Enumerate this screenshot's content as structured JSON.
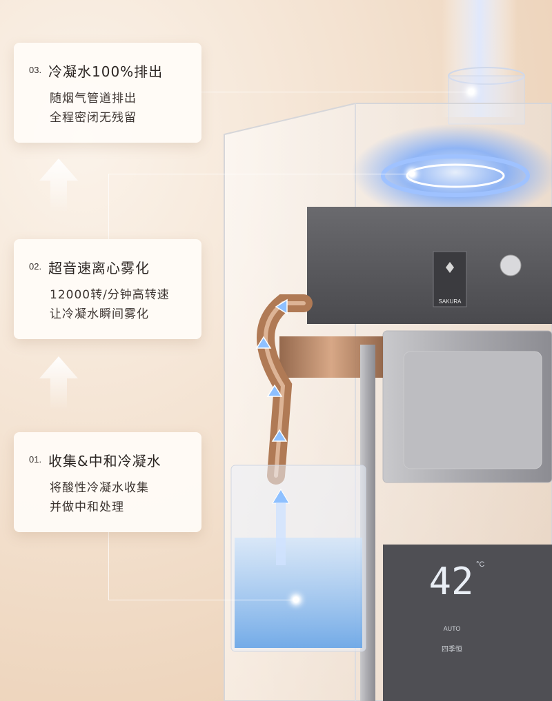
{
  "steps": [
    {
      "num": "03.",
      "title": "冷凝水100%排出",
      "line1": "随烟气管道排出",
      "line2": "全程密闭无残留"
    },
    {
      "num": "02.",
      "title": "超音速离心雾化",
      "line1": "12000转/分钟高转速",
      "line2": "让冷凝水瞬间雾化"
    },
    {
      "num": "01.",
      "title": "收集&中和冷凝水",
      "line1": "将酸性冷凝水收集",
      "line2": "并做中和处理"
    }
  ],
  "device": {
    "brand": "SAKURA",
    "temperature": "42",
    "unit": "°C",
    "mode": "AUTO",
    "panel_label": "四季恒"
  },
  "colors": {
    "background": "#f3e1cf",
    "water": "#7fb6f0",
    "pipe": "#b07a55"
  }
}
